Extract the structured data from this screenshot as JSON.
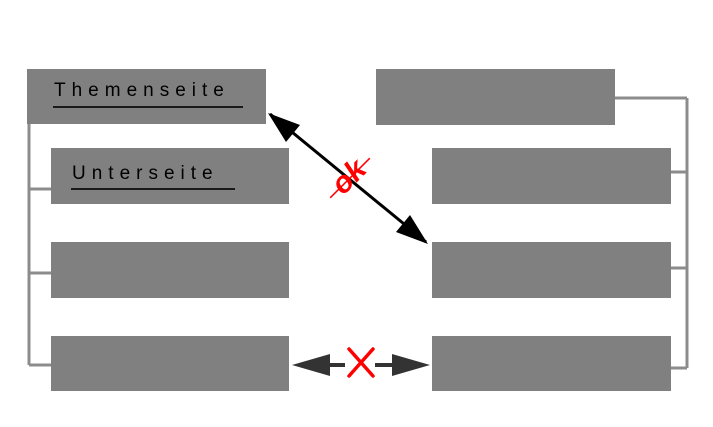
{
  "left_column": {
    "parent_label": "Themenseite",
    "child_label": "Unterseite"
  },
  "diagonal_link": {
    "annotation": "ok"
  },
  "horizontal_link": {
    "annotation": "×"
  },
  "colors": {
    "box": "#808080",
    "connector": "#8c8c8c",
    "arrow": "#000000",
    "mark": "#ff0000"
  }
}
